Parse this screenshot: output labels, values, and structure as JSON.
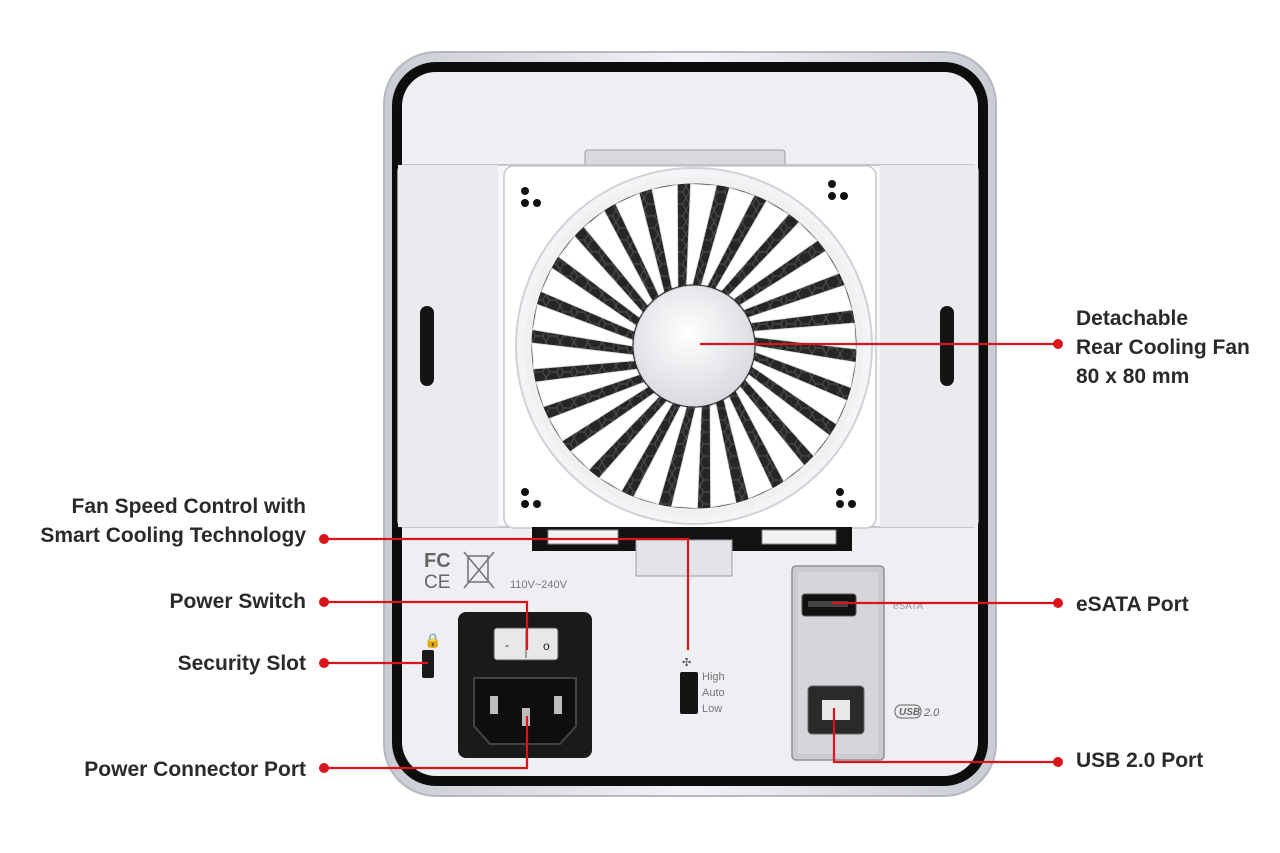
{
  "callouts": {
    "fan": {
      "line1": "Detachable",
      "line2": "Rear Cooling Fan",
      "line3": "80 x 80 mm"
    },
    "fan_speed": {
      "line1": "Fan Speed Control with",
      "line2": "Smart Cooling Technology"
    },
    "power_switch": {
      "text": "Power Switch"
    },
    "security_slot": {
      "text": "Security Slot"
    },
    "power_connector": {
      "text": "Power Connector Port"
    },
    "esata": {
      "text": "eSATA Port"
    },
    "usb": {
      "text": "USB 2.0 Port"
    }
  },
  "device_labels": {
    "voltage": "110V~240V",
    "switch_high": "High",
    "switch_auto": "Auto",
    "switch_low": "Low",
    "esata": "eSATA",
    "usb_badge": "USB",
    "usb_version": "2.0",
    "fcc": "FC",
    "ce": "CE"
  },
  "colors": {
    "callout_line": "#d9141b",
    "label_text": "#2a2a2a"
  }
}
